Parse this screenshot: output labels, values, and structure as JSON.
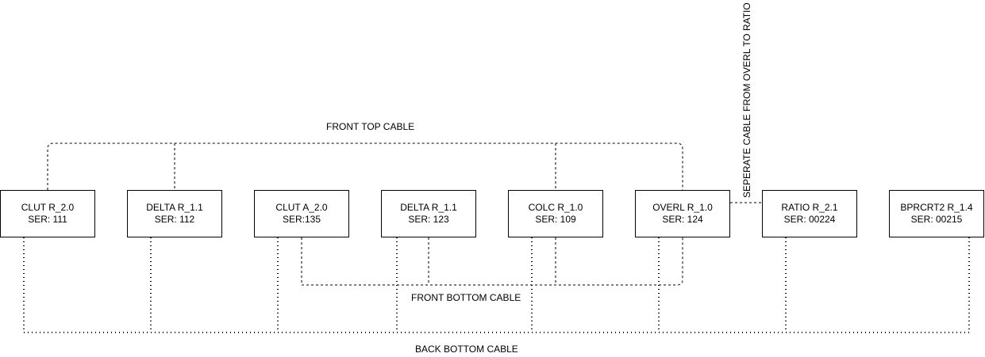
{
  "nodes": [
    {
      "name": "CLUT R_2.0",
      "ser": "SER: 111"
    },
    {
      "name": "DELTA R_1.1",
      "ser": "SER: 112"
    },
    {
      "name": "CLUT A_2.0",
      "ser": "SER:135"
    },
    {
      "name": "DELTA R_1.1",
      "ser": "SER: 123"
    },
    {
      "name": "COLC R_1.0",
      "ser": "SER: 109"
    },
    {
      "name": "OVERL R_1.0",
      "ser": "SER: 124"
    },
    {
      "name": "RATIO R_2.1",
      "ser": "SER: 00224"
    },
    {
      "name": "BPRCRT2 R_1.4",
      "ser": "SER: 00215"
    }
  ],
  "cables": {
    "front_top": "FRONT TOP CABLE",
    "front_bottom": "FRONT BOTTOM CABLE",
    "back_bottom": "BACK BOTTOM CABLE",
    "separate": "SEPERATE CABLE FROM OVERL  TO RATIO"
  },
  "colors": {
    "line": "#000000",
    "box_border": "#000000",
    "background": "#ffffff"
  }
}
